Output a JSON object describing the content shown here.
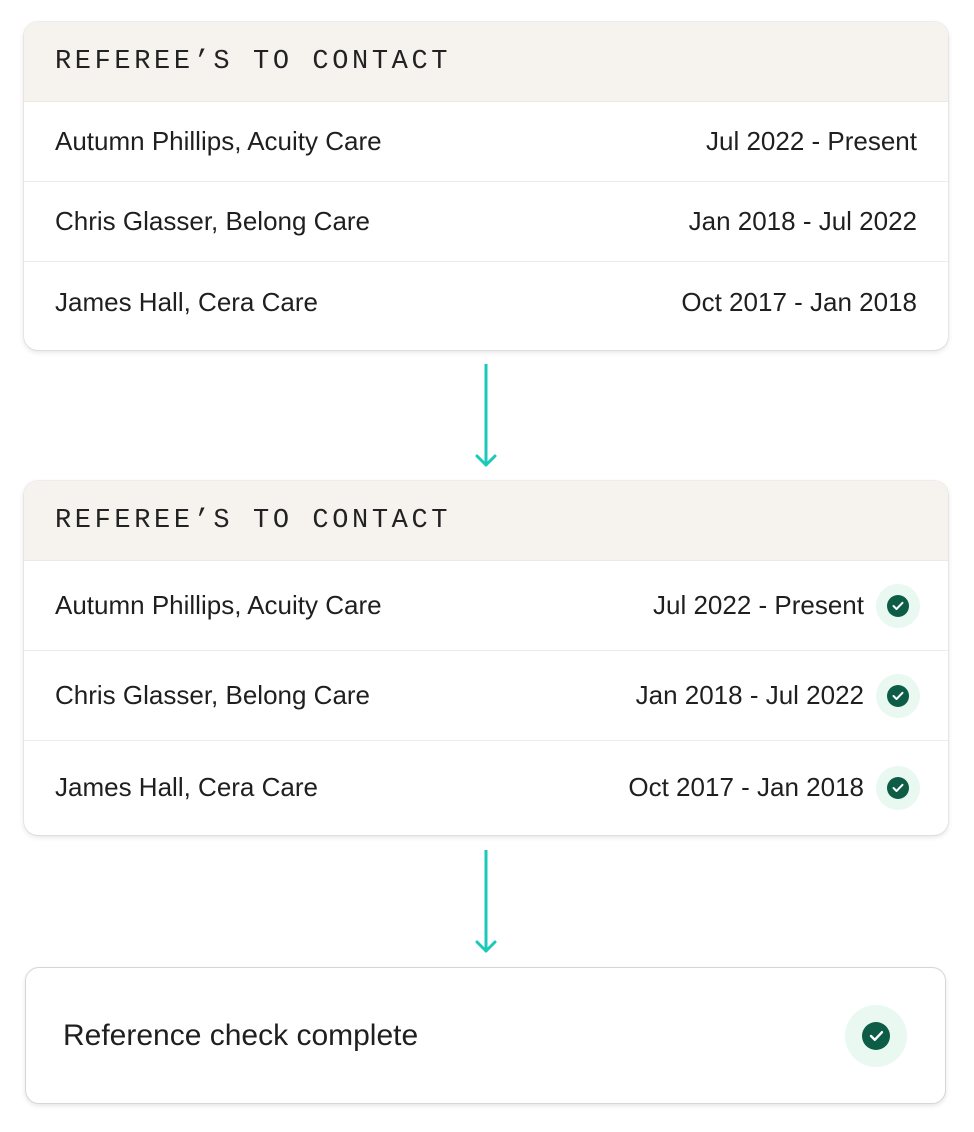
{
  "colors": {
    "accent_teal": "#1ac9b8",
    "check_green": "#0d5c46",
    "check_halo": "#e9f8f1",
    "header_bg": "#f6f3ef"
  },
  "card1": {
    "title": "REFEREE’S TO CONTACT",
    "rows": [
      {
        "name": "Autumn Phillips, Acuity Care",
        "dates": "Jul 2022 - Present"
      },
      {
        "name": "Chris Glasser, Belong Care",
        "dates": "Jan 2018 - Jul 2022"
      },
      {
        "name": "James Hall, Cera Care",
        "dates": "Oct 2017 - Jan 2018"
      }
    ]
  },
  "card2": {
    "title": "REFEREE’S TO CONTACT",
    "rows": [
      {
        "name": "Autumn Phillips, Acuity Care",
        "dates": "Jul 2022 - Present",
        "status_icon": "check-circle-icon"
      },
      {
        "name": "Chris Glasser, Belong Care",
        "dates": "Jan 2018 - Jul 2022",
        "status_icon": "check-circle-icon"
      },
      {
        "name": "James Hall, Cera Care",
        "dates": "Oct 2017 - Jan 2018",
        "status_icon": "check-circle-icon"
      }
    ]
  },
  "connectors": {
    "icon": "arrow-down-icon"
  },
  "result": {
    "label": "Reference check complete",
    "icon": "check-circle-icon"
  }
}
